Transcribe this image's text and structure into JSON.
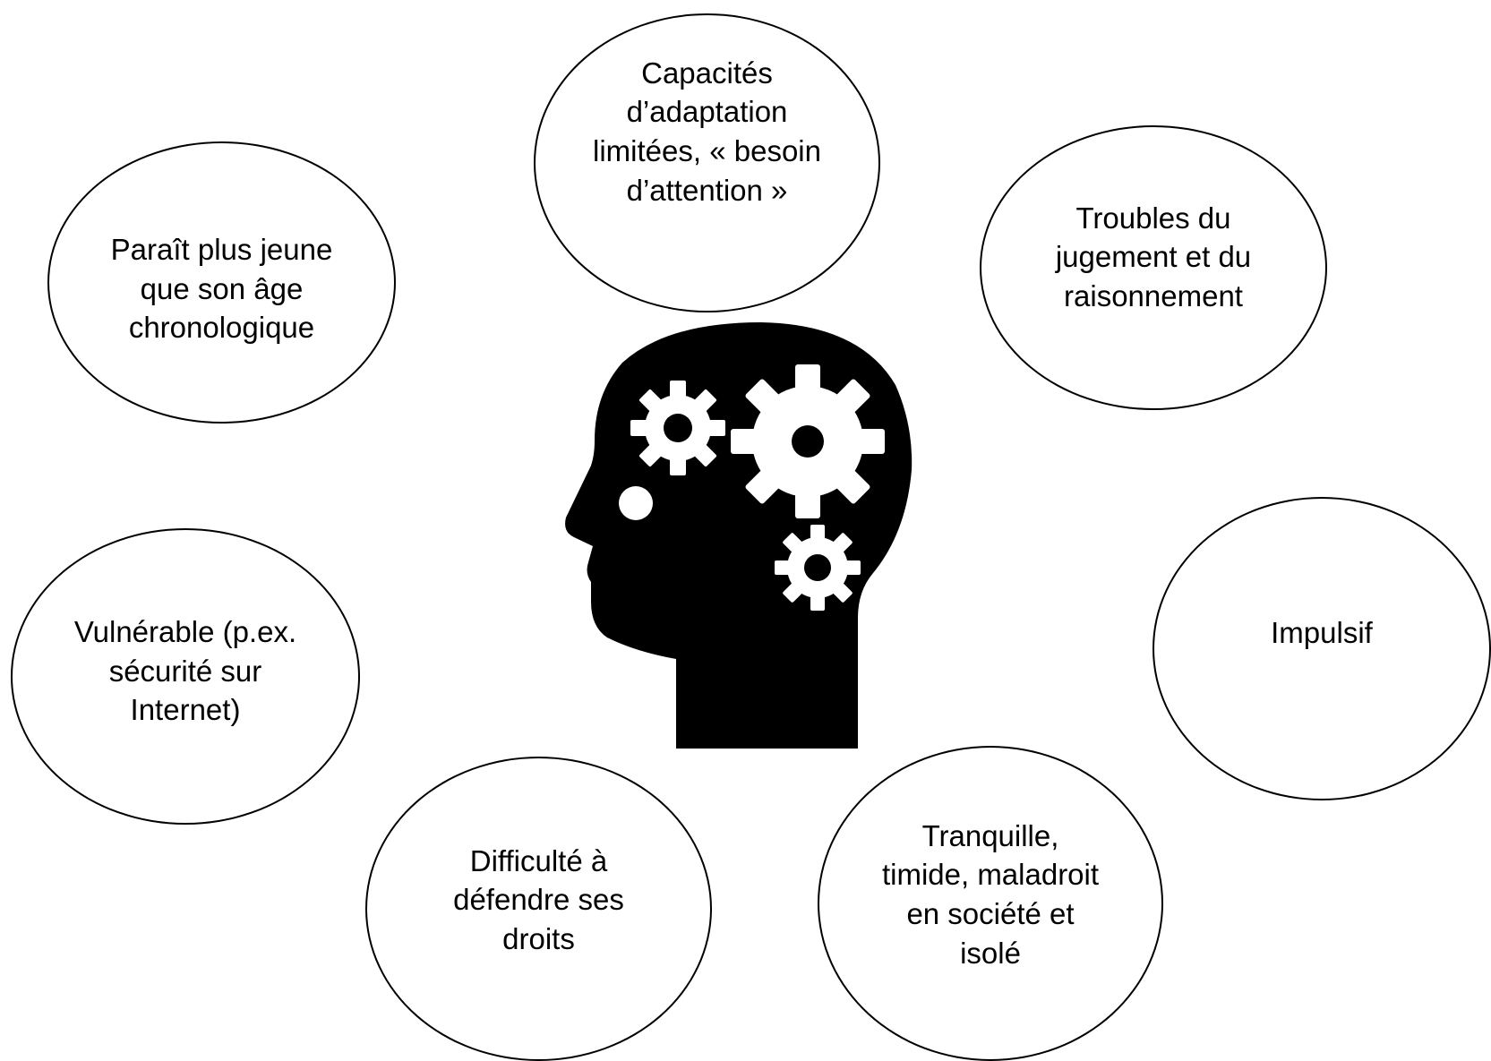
{
  "diagram": {
    "center_icon": "head-with-gears-icon",
    "bubbles": {
      "capacites": "Capacités\nd’adaptation\nlimitées, « besoin\nd’attention »",
      "parait": "Paraît plus jeune\nque son âge\nchronologique",
      "troubles": "Troubles du\njugement et du\nraisonnement",
      "vulnerable": "Vulnérable (p.ex.\nsécurité sur\nInternet)",
      "impulsif": "Impulsif",
      "difficulte": "Difficulté à\ndéfendre ses\ndroits",
      "tranquille": "Tranquille,\ntimide, maladroit\nen société et\nisolé"
    }
  },
  "colors": {
    "icon": "#000000",
    "background": "#ffffff",
    "outline": "#000000"
  }
}
